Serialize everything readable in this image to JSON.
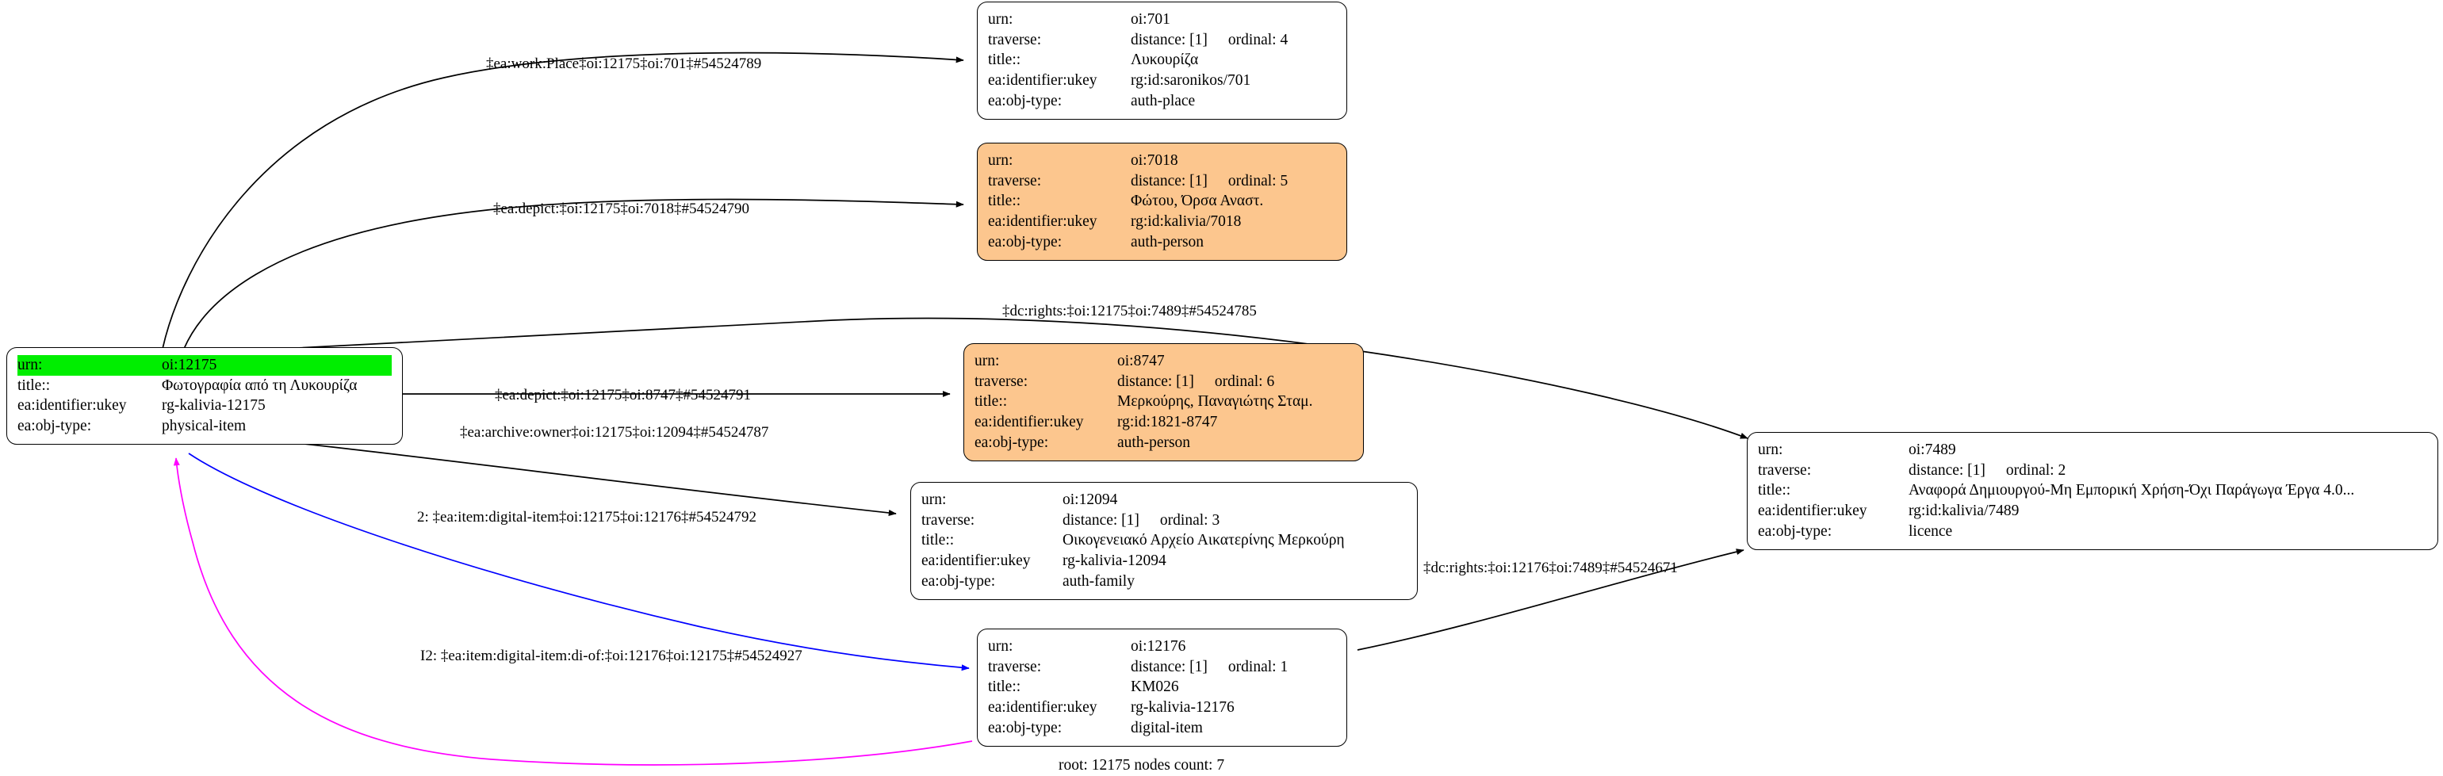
{
  "graph": {
    "caption": "root: 12175 nodes count: 7",
    "colors": {
      "highlight": "#00ee00",
      "auth_person_fill": "#fcc68e",
      "default_fill": "#ffffff",
      "edge_default": "#000000",
      "edge_blue": "#0000ff",
      "edge_magenta": "#ff00ff"
    }
  },
  "field_labels": {
    "urn": "urn:",
    "traverse": "traverse:",
    "title": "title::",
    "ukey": "ea:identifier:ukey",
    "objtype": "ea:obj-type:"
  },
  "nodes": [
    {
      "id": "n12175",
      "urn": "oi:12175",
      "traverse": null,
      "distance": null,
      "ordinal": null,
      "title": "Φωτογραφία από τη Λυκουρίζα",
      "ukey": "rg-kalivia-12175",
      "objtype": "physical-item",
      "fill": "#ffffff",
      "highlight_urn": true
    },
    {
      "id": "n701",
      "urn": "oi:701",
      "traverse": "traverse:",
      "distance": "distance: [1]",
      "ordinal": "ordinal: 4",
      "title": "Λυκουρίζα",
      "ukey": "rg:id:saronikos/701",
      "objtype": "auth-place",
      "fill": "#ffffff",
      "highlight_urn": false
    },
    {
      "id": "n7018",
      "urn": "oi:7018",
      "traverse": "traverse:",
      "distance": "distance: [1]",
      "ordinal": "ordinal: 5",
      "title": "Φώτου, Όρσα Αναστ.",
      "ukey": "rg:id:kalivia/7018",
      "objtype": "auth-person",
      "fill": "#fcc68e",
      "highlight_urn": false
    },
    {
      "id": "n8747",
      "urn": "oi:8747",
      "traverse": "traverse:",
      "distance": "distance: [1]",
      "ordinal": "ordinal: 6",
      "title": "Μερκούρης, Παναγιώτης Σταμ.",
      "ukey": "rg:id:1821-8747",
      "objtype": "auth-person",
      "fill": "#fcc68e",
      "highlight_urn": false
    },
    {
      "id": "n12094",
      "urn": "oi:12094",
      "traverse": "traverse:",
      "distance": "distance: [1]",
      "ordinal": "ordinal: 3",
      "title": "Οικογενειακό Αρχείο Αικατερίνης Μερκούρη",
      "ukey": "rg-kalivia-12094",
      "objtype": "auth-family",
      "fill": "#ffffff",
      "highlight_urn": false
    },
    {
      "id": "n12176",
      "urn": "oi:12176",
      "traverse": "traverse:",
      "distance": "distance: [1]",
      "ordinal": "ordinal: 1",
      "title": "KM026",
      "ukey": "rg-kalivia-12176",
      "objtype": "digital-item",
      "fill": "#ffffff",
      "highlight_urn": false
    },
    {
      "id": "n7489",
      "urn": "oi:7489",
      "traverse": "traverse:",
      "distance": "distance: [1]",
      "ordinal": "ordinal: 2",
      "title": "Αναφορά Δημιουργού-Μη Εμπορική Χρήση-Όχι Παράγωγα Έργα 4.0...",
      "ukey": "rg:id:kalivia/7489",
      "objtype": "licence",
      "fill": "#ffffff",
      "highlight_urn": false
    }
  ],
  "edges": [
    {
      "id": "e1",
      "from": "n12175",
      "to": "n701",
      "label": "‡ea:work:Place‡oi:12175‡oi:701‡#54524789",
      "color": "#000000"
    },
    {
      "id": "e2",
      "from": "n12175",
      "to": "n7018",
      "label": "‡ea:depict:‡oi:12175‡oi:7018‡#54524790",
      "color": "#000000"
    },
    {
      "id": "e3",
      "from": "n12175",
      "to": "n7489",
      "label": "‡dc:rights:‡oi:12175‡oi:7489‡#54524785",
      "color": "#000000"
    },
    {
      "id": "e4",
      "from": "n12175",
      "to": "n8747",
      "label": "‡ea:depict:‡oi:12175‡oi:8747‡#54524791",
      "color": "#000000"
    },
    {
      "id": "e5",
      "from": "n12175",
      "to": "n12094",
      "label": "‡ea:archive:owner‡oi:12175‡oi:12094‡#54524787",
      "color": "#000000"
    },
    {
      "id": "e6",
      "from": "n12175",
      "to": "n12176",
      "label": "2: ‡ea:item:digital-item‡oi:12175‡oi:12176‡#54524792",
      "color": "#0000ff"
    },
    {
      "id": "e7",
      "from": "n12176",
      "to": "n12175",
      "label": "I2: ‡ea:item:digital-item:di-of:‡oi:12176‡oi:12175‡#54524927",
      "color": "#ff00ff"
    },
    {
      "id": "e8",
      "from": "n12176",
      "to": "n7489",
      "label": "‡dc:rights:‡oi:12176‡oi:7489‡#54524671",
      "color": "#000000"
    }
  ]
}
